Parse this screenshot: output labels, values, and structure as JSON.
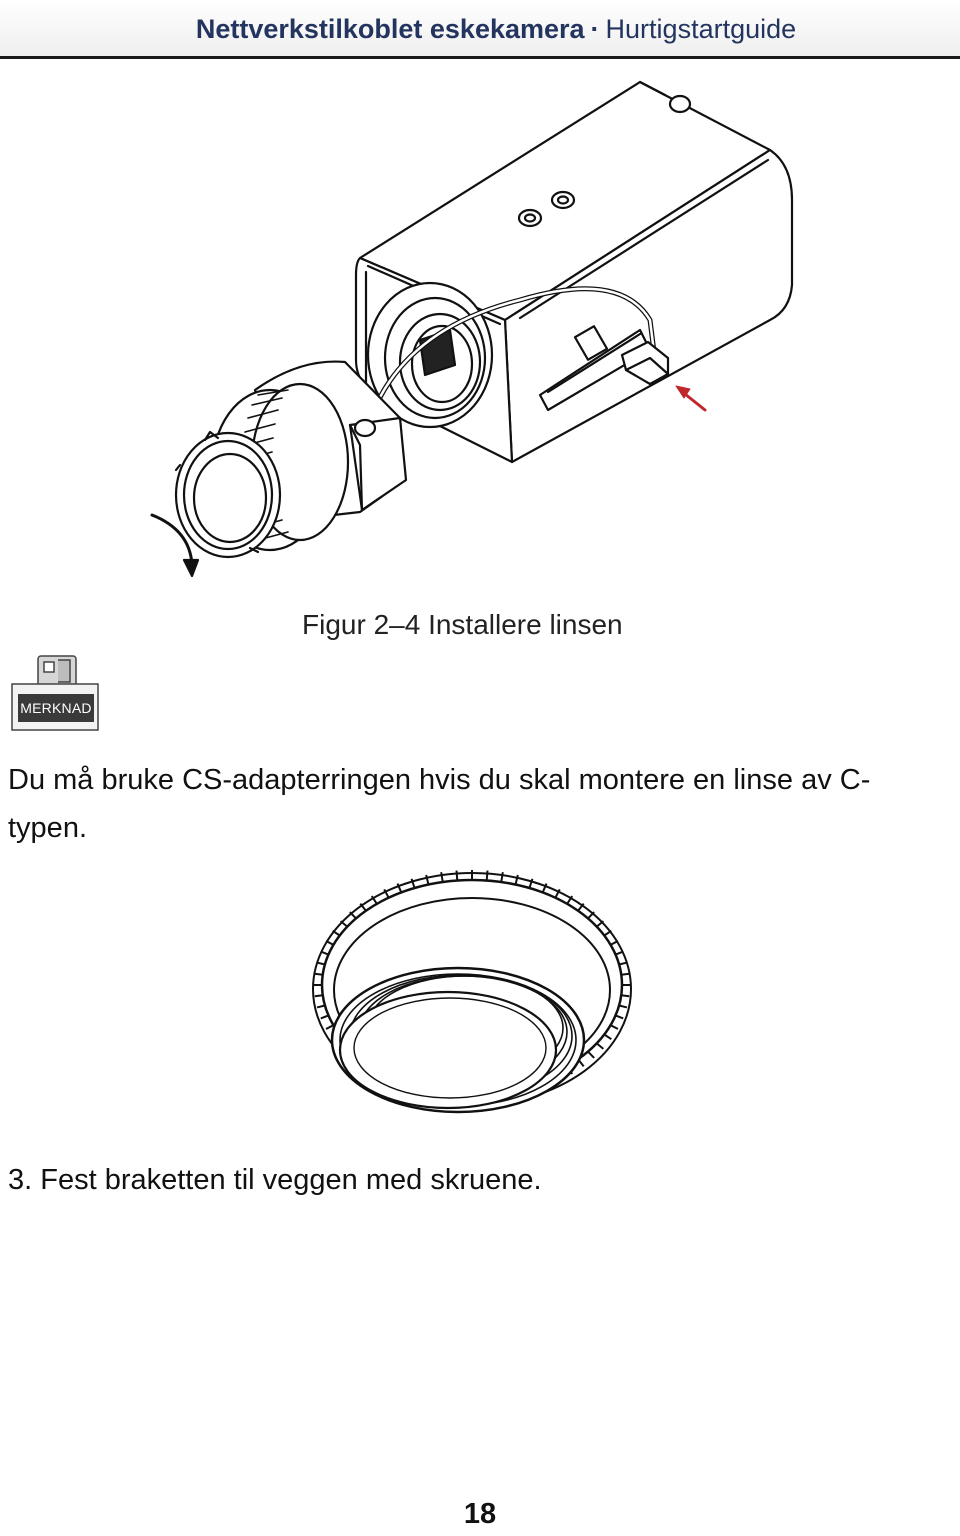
{
  "header": {
    "title_bold": "Nettverkstilkoblet eskekamera",
    "separator": "·",
    "title_light": "Hurtigstartguide"
  },
  "figure": {
    "caption": "Figur 2–4 Installere linsen",
    "arrow_color": "#c0282b"
  },
  "note": {
    "label": "MERKNAD",
    "text": "Du må bruke CS-adapterringen hvis du skal montere en linse av C-typen."
  },
  "step": {
    "text": "3. Fest braketten til veggen med skruene."
  },
  "footer": {
    "page_number": "18"
  }
}
